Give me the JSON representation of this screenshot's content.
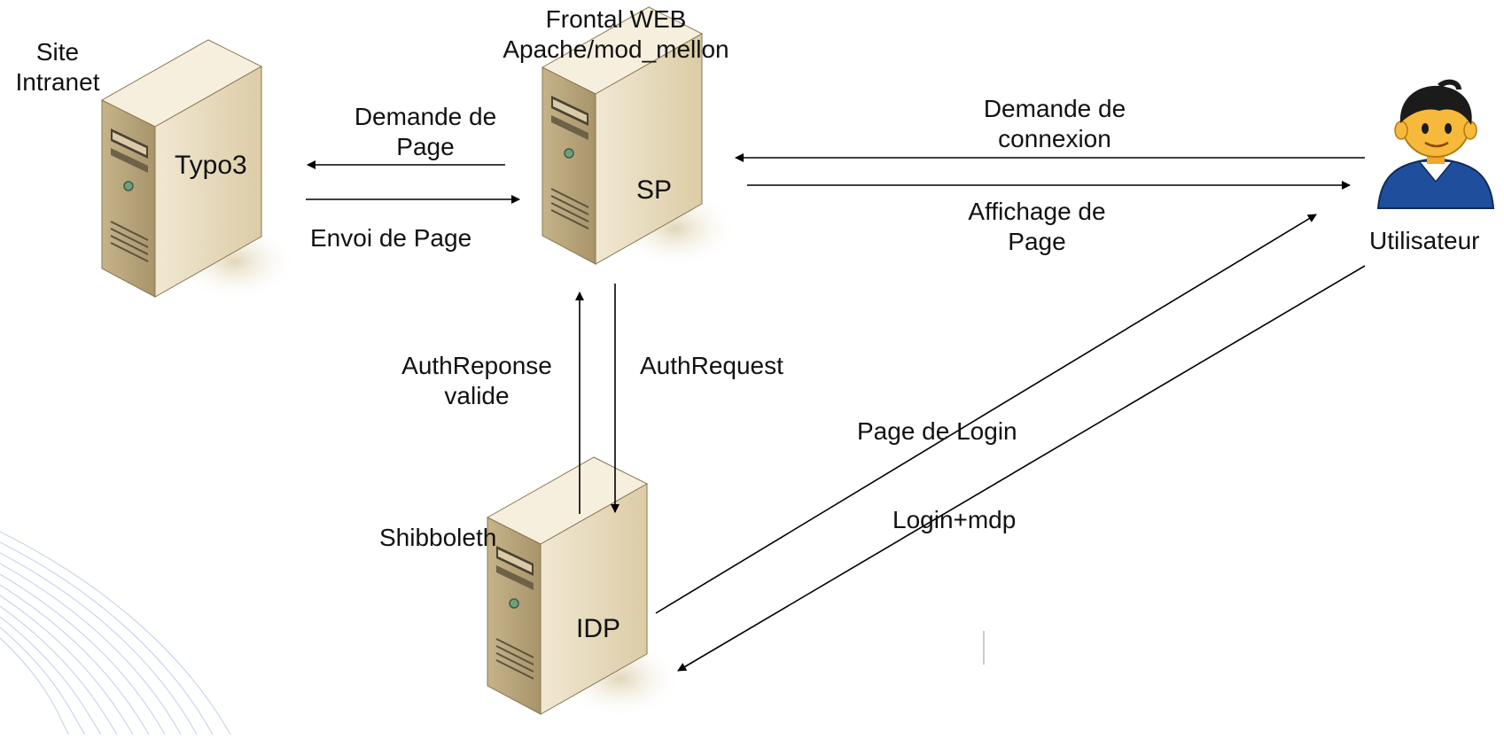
{
  "servers": {
    "intranet": {
      "top_label_1": "Site",
      "top_label_2": "Intranet",
      "body_label": "Typo3"
    },
    "frontal": {
      "top_label_1": "Frontal WEB",
      "top_label_2": "Apache/mod_mellon",
      "body_label": "SP"
    },
    "idp": {
      "top_label_1": "Shibboleth",
      "body_label": "IDP"
    }
  },
  "user": {
    "label": "Utilisateur",
    "icon": "user-icon"
  },
  "flows": {
    "demande_page": {
      "line1": "Demande de",
      "line2": "Page"
    },
    "envoi_page": {
      "text": "Envoi de Page"
    },
    "demande_connexion": {
      "line1": "Demande de",
      "line2": "connexion"
    },
    "affichage_page": {
      "line1": "Affichage de",
      "line2": "Page"
    },
    "auth_reponse": {
      "line1": "AuthReponse",
      "line2": "valide"
    },
    "auth_request": {
      "text": "AuthRequest"
    },
    "page_login": {
      "text": "Page de Login"
    },
    "login_mdp": {
      "text": "Login+mdp"
    }
  },
  "colors": {
    "server_front": "#e7dcc2",
    "server_side": "#cbb992",
    "server_top": "#f2ead8",
    "server_shadow": "#e6dcc4",
    "arrow": "#000000",
    "user_shirt": "#1f4f9c",
    "user_hair": "#1b1b1b",
    "user_skin": "#f6b93b",
    "deco_lines": "#c9d6ec"
  }
}
